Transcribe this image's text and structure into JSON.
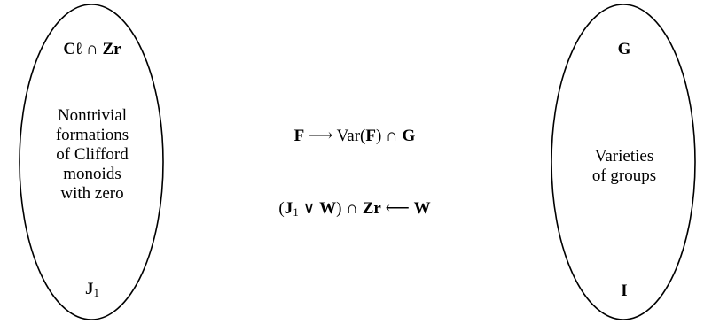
{
  "left_set": {
    "top_label_bold": "Cℓ",
    "top_label_op": " ∩ ",
    "top_label_bold2": "Zr",
    "body_lines": [
      "Nontrivial",
      "formations",
      "of Clifford",
      "monoids",
      "with zero"
    ],
    "bottom_label": "J",
    "bottom_label_sub": "1"
  },
  "right_set": {
    "top_label": "G",
    "body_lines": [
      "Varieties",
      "of groups"
    ],
    "bottom_label": "I"
  },
  "mappings": {
    "forward": {
      "source": "F",
      "arrow": " ⟶ ",
      "target_prefix": "Var(",
      "target_inner": "F",
      "target_suffix": ") ∩ ",
      "target_bold": "G"
    },
    "backward": {
      "open": "(",
      "j": "J",
      "j_sub": "1",
      "join": " ∨ ",
      "w1": "W",
      "close": ") ∩ ",
      "zr": "Zr",
      "arrow": " ⟵ ",
      "source": "W"
    }
  }
}
